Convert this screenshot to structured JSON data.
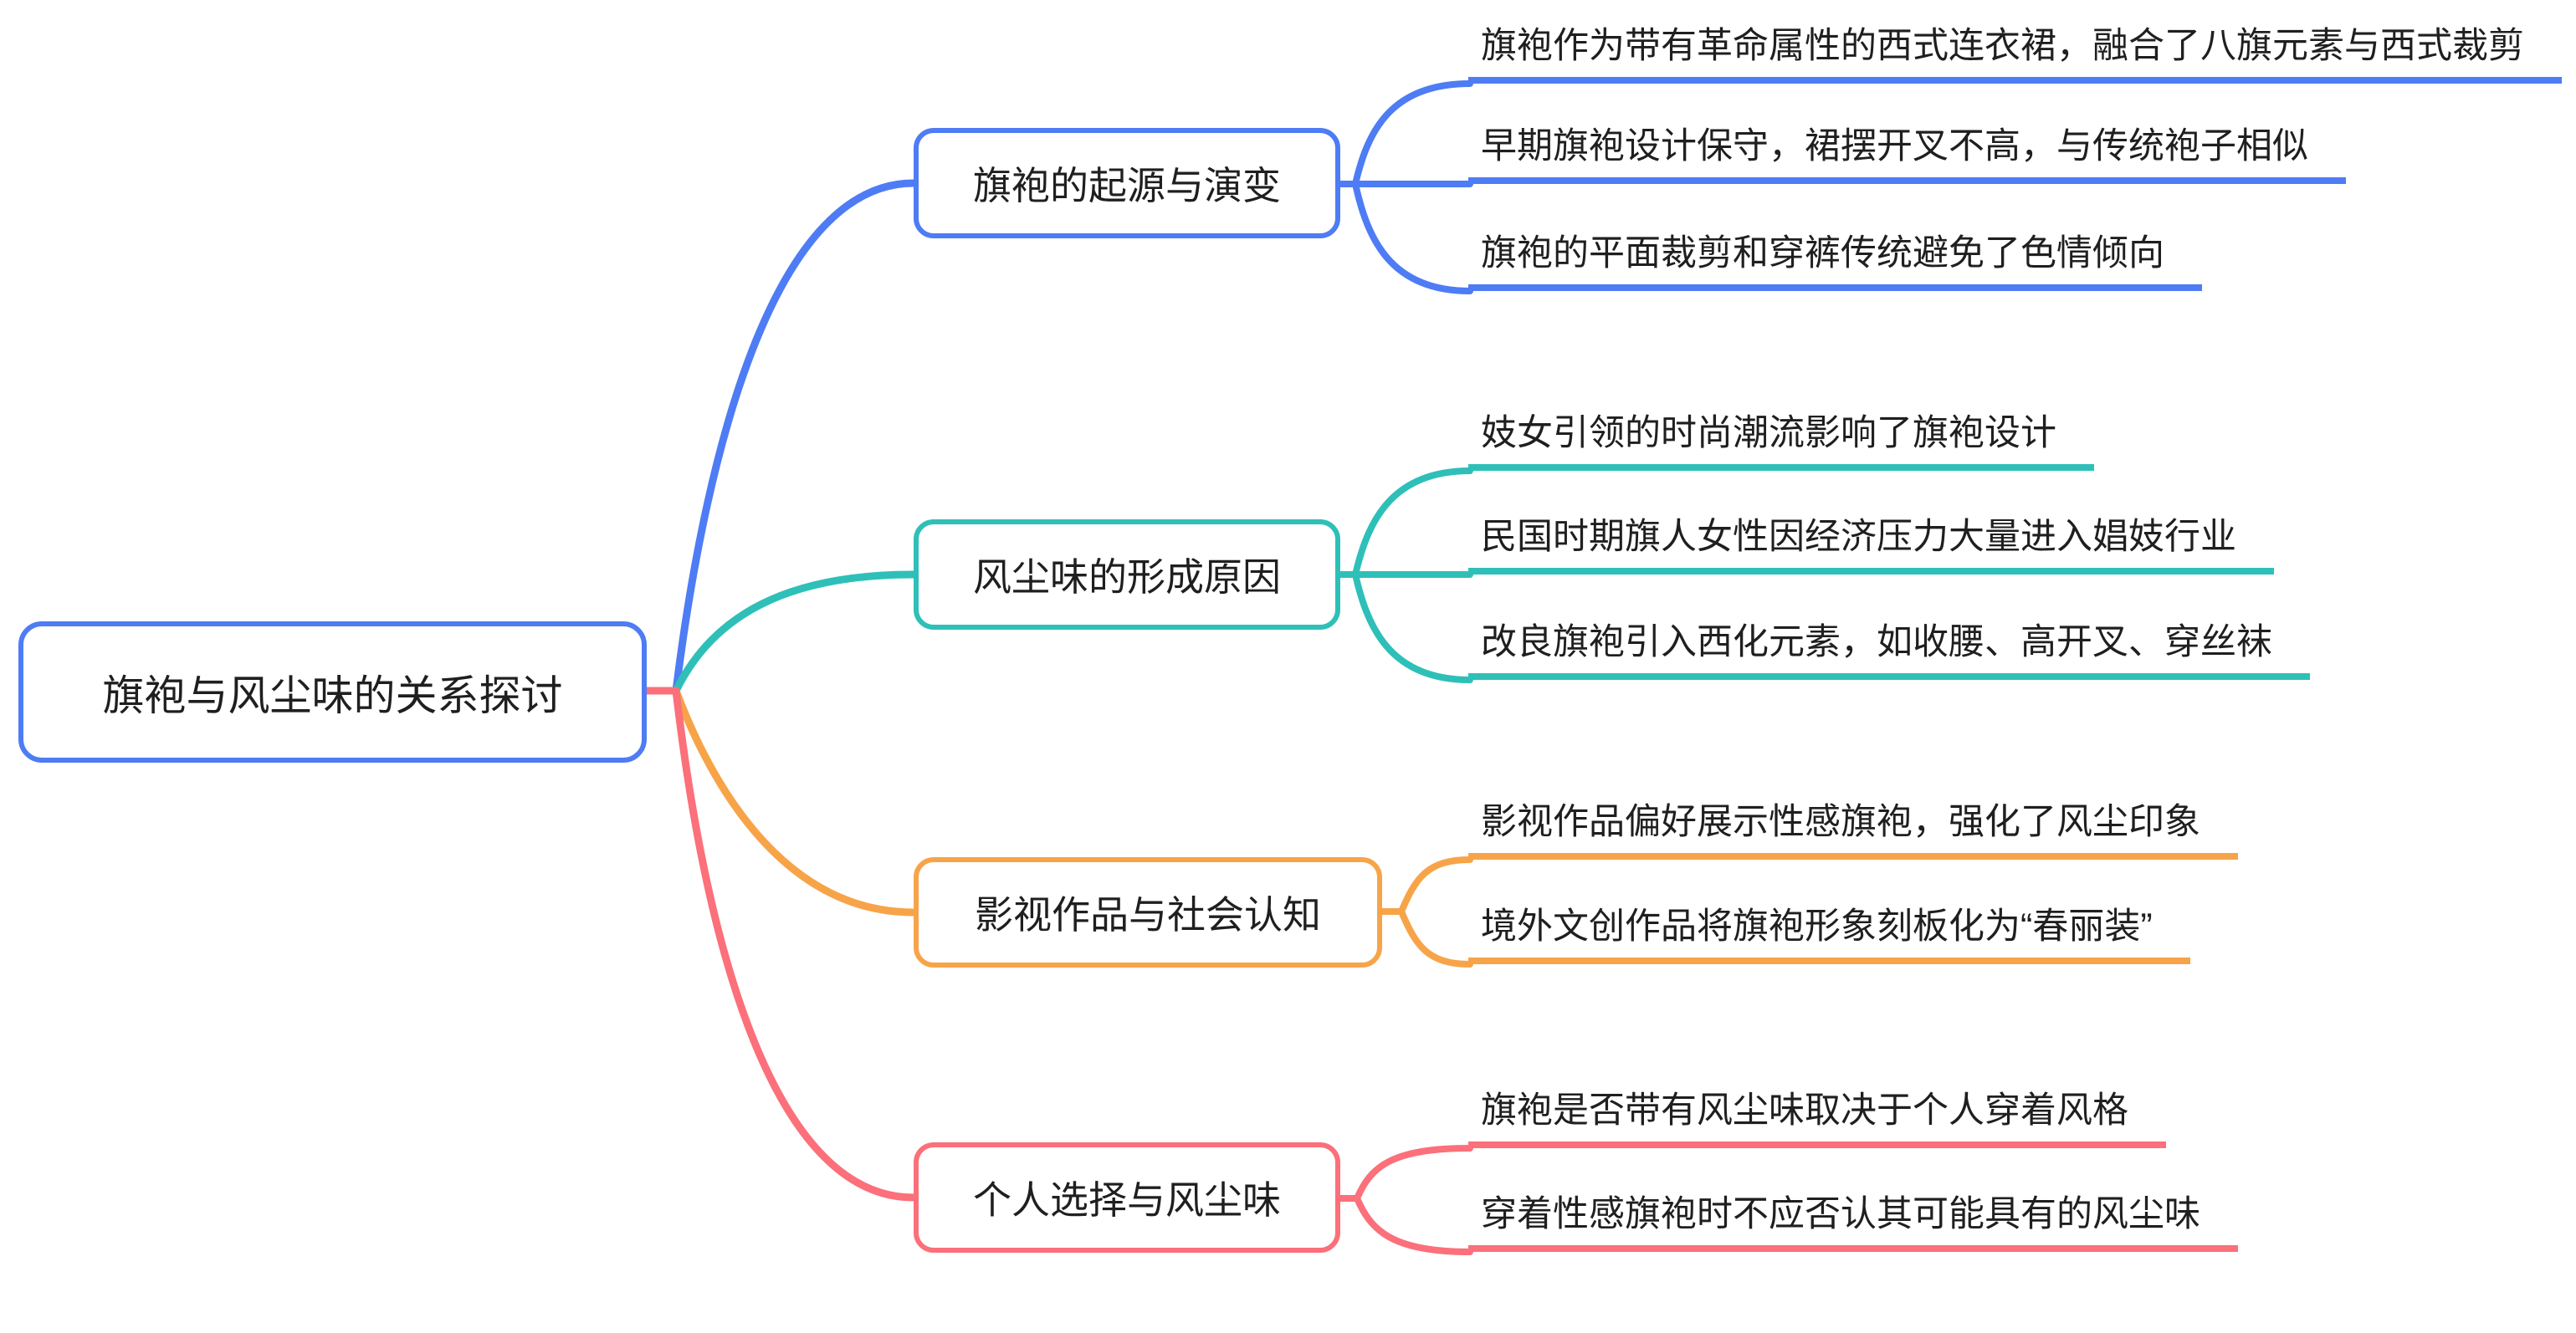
{
  "root": {
    "label": "旗袍与风尘味的关系探讨",
    "color": "#4E7CF5"
  },
  "branches": [
    {
      "label": "旗袍的起源与演变",
      "color": "#4E7CF5",
      "leaves": [
        "旗袍作为带有革命属性的西式连衣裙，融合了八旗元素与西式裁剪",
        "早期旗袍设计保守，裙摆开叉不高，与传统袍子相似",
        "旗袍的平面裁剪和穿裤传统避免了色情倾向"
      ]
    },
    {
      "label": "风尘味的形成原因",
      "color": "#2EC0B8",
      "leaves": [
        "妓女引领的时尚潮流影响了旗袍设计",
        "民国时期旗人女性因经济压力大量进入娼妓行业",
        "改良旗袍引入西化元素，如收腰、高开叉、穿丝袜"
      ]
    },
    {
      "label": "影视作品与社会认知",
      "color": "#F7A449",
      "leaves": [
        "影视作品偏好展示性感旗袍，强化了风尘印象",
        "境外文创作品将旗袍形象刻板化为“春丽装”"
      ]
    },
    {
      "label": "个人选择与风尘味",
      "color": "#FB707A",
      "leaves": [
        "旗袍是否带有风尘味取决于个人穿着风格",
        "穿着性感旗袍时不应否认其可能具有的风尘味"
      ]
    }
  ],
  "canvas": {
    "background": "#FFFFFF",
    "text_color": "#1F1F1F"
  }
}
